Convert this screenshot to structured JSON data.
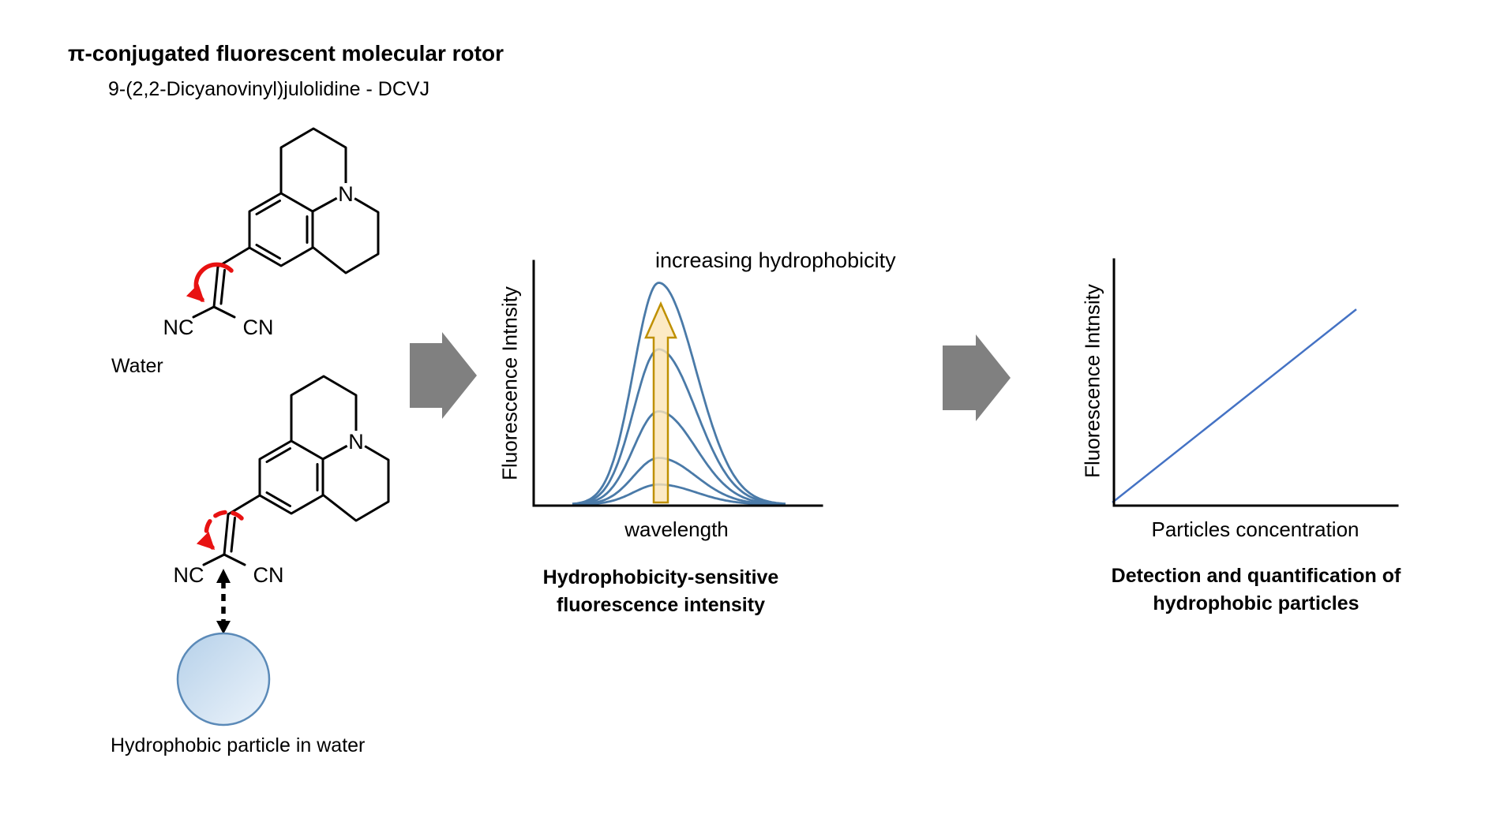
{
  "header": {
    "title": "π-conjugated fluorescent molecular rotor",
    "subtitle": "9-(2,2-Dicyanovinyl)julolidine - DCVJ"
  },
  "molecules": {
    "n_label": "N",
    "nc_label": "NC",
    "cn_label": "CN",
    "water_caption": "Water",
    "particle_caption": "Hydrophobic particle in water"
  },
  "colors": {
    "rotation_arrow_red": "#E81212",
    "curve_blue": "#4A7AA8",
    "line_blue": "#4472C4",
    "block_arrow_gray": "#808080",
    "highlight_arrow_fill": "#FBE5B6",
    "highlight_arrow_stroke": "#BF9000",
    "particle_fill_dark": "#B5D0E9",
    "particle_fill_light": "#EDF4FB",
    "particle_stroke": "#5B8AB8"
  },
  "chart_data": [
    {
      "id": "emission-spectra",
      "type": "line",
      "xlabel": "wavelength",
      "ylabel": "Fluorescence Intnsity",
      "annotation": "increasing hydrophobicity",
      "caption": [
        "Hydrophobicity-sensitive",
        "fluorescence intensity"
      ],
      "axes_tick_labels": "none (qualitative sketch)",
      "n_curves": 5,
      "peak_heights_rel": [
        0.09,
        0.21,
        0.42,
        0.7,
        1.0
      ],
      "peak_x_rel": 0.405,
      "skew": {
        "sigma_left": 0.118,
        "sigma_right": 0.175
      },
      "legend": "none"
    },
    {
      "id": "calibration-plot",
      "type": "line",
      "xlabel": "Particles concentration",
      "ylabel": "Fluorescence Intnsity",
      "caption": [
        "Detection and quantification of",
        "hydrophobic particles"
      ],
      "axes_tick_labels": "none (qualitative sketch)",
      "trend": "linear increasing",
      "line": {
        "x": [
          0,
          1
        ],
        "y": [
          0,
          0.79
        ]
      },
      "legend": "none"
    }
  ]
}
